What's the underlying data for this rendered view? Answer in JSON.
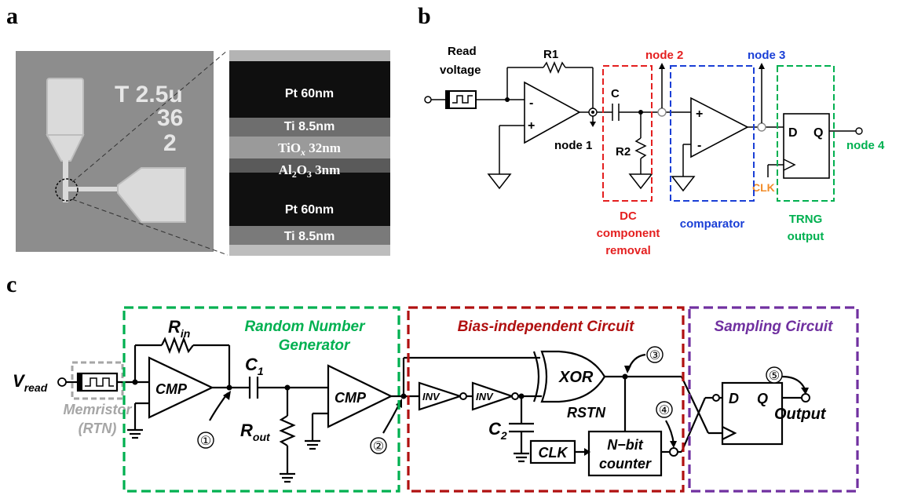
{
  "panels": {
    "a": "a",
    "b": "b",
    "c": "c"
  },
  "micrograph": {
    "stamp_line1": "T 2.5u",
    "stamp_line2": "36",
    "stamp_line3": "2"
  },
  "tem_layers": [
    "Pt 60nm",
    "Ti 8.5nm",
    "TiO",
    "x",
    " 32nm",
    "Al",
    "2",
    "O",
    "3",
    " 3nm",
    "Pt 60nm",
    "Ti 8.5nm"
  ],
  "circuit_b": {
    "read_line1": "Read",
    "read_line2": "voltage",
    "r1": "R1",
    "c": "C",
    "r2": "R2",
    "minus_top": "-",
    "plus_bottom": "+",
    "plus_top": "+",
    "minus_bottom": "-",
    "node1": "node 1",
    "node2": "node 2",
    "node3": "node 3",
    "node4": "node 4",
    "d": "D",
    "q": "Q",
    "clk": "CLK",
    "dc_line1": "DC",
    "dc_line2": "component",
    "dc_line3": "removal",
    "comparator": "comparator",
    "trng_line1": "TRNG",
    "trng_line2": "output"
  },
  "circuit_c": {
    "v": "V",
    "v_sub": "read",
    "memristor": "Memristor",
    "rtn": "(RTN)",
    "r": "R",
    "r_in_sub": "in",
    "r_out_sub": "out",
    "c": "C",
    "c1_sub": "1",
    "c2_sub": "2",
    "cmp": "CMP",
    "rng_line1": "Random Number",
    "rng_line2": "Generator",
    "bias_title": "Bias-independent Circuit",
    "sampling_title": "Sampling Circuit",
    "inv": "INV",
    "xor": "XOR",
    "rstn": "RSTN",
    "clk": "CLK",
    "counter_line1": "N−bit",
    "counter_line2": "counter",
    "d": "D",
    "q": "Q",
    "output": "Output",
    "marks": [
      "①",
      "②",
      "③",
      "④",
      "⑤"
    ]
  },
  "colors": {
    "green": "#00b050",
    "red": "#e41f1f",
    "blue": "#1a3fd6",
    "darkred": "#b01010",
    "purple": "#7030a0",
    "orange": "#f28c28",
    "gray": "#a6a6a6"
  }
}
